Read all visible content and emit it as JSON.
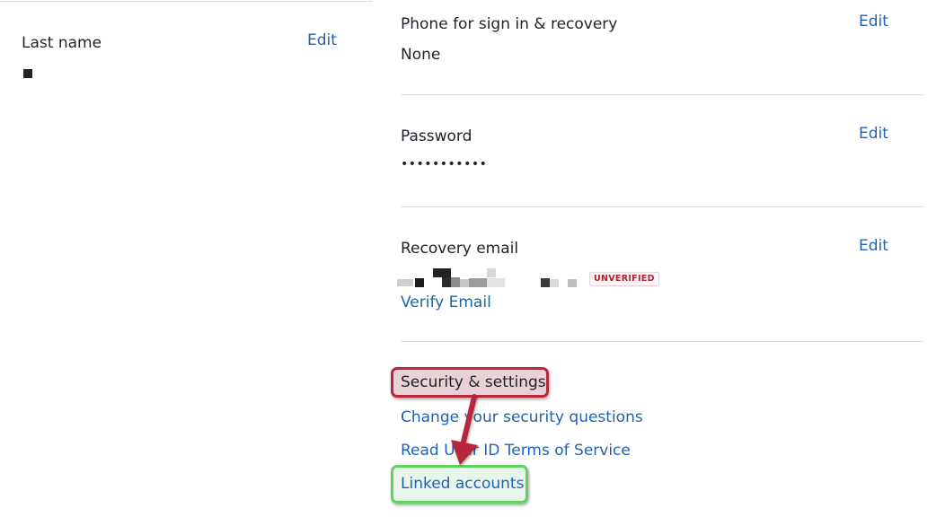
{
  "left": {
    "last_name": {
      "label": "Last name",
      "edit_label": "Edit"
    }
  },
  "right": {
    "phone": {
      "label": "Phone for sign in & recovery",
      "value": "None",
      "edit_label": "Edit"
    },
    "password": {
      "label": "Password",
      "value": "•••••••••••",
      "edit_label": "Edit"
    },
    "recovery_email": {
      "label": "Recovery email",
      "status_badge": "UNVERIFIED",
      "verify_link": "Verify Email",
      "edit_label": "Edit"
    },
    "security": {
      "heading": "Security & settings",
      "links": [
        "Change your security questions",
        "Read User ID Terms of Service",
        "Linked accounts"
      ]
    }
  },
  "colors": {
    "link": "#1f63b5",
    "text": "#1d2329",
    "divider": "#dcdfe3",
    "badge": "#b31d2f",
    "highlight_red": "#b8283b",
    "highlight_green": "#5ed35e"
  }
}
